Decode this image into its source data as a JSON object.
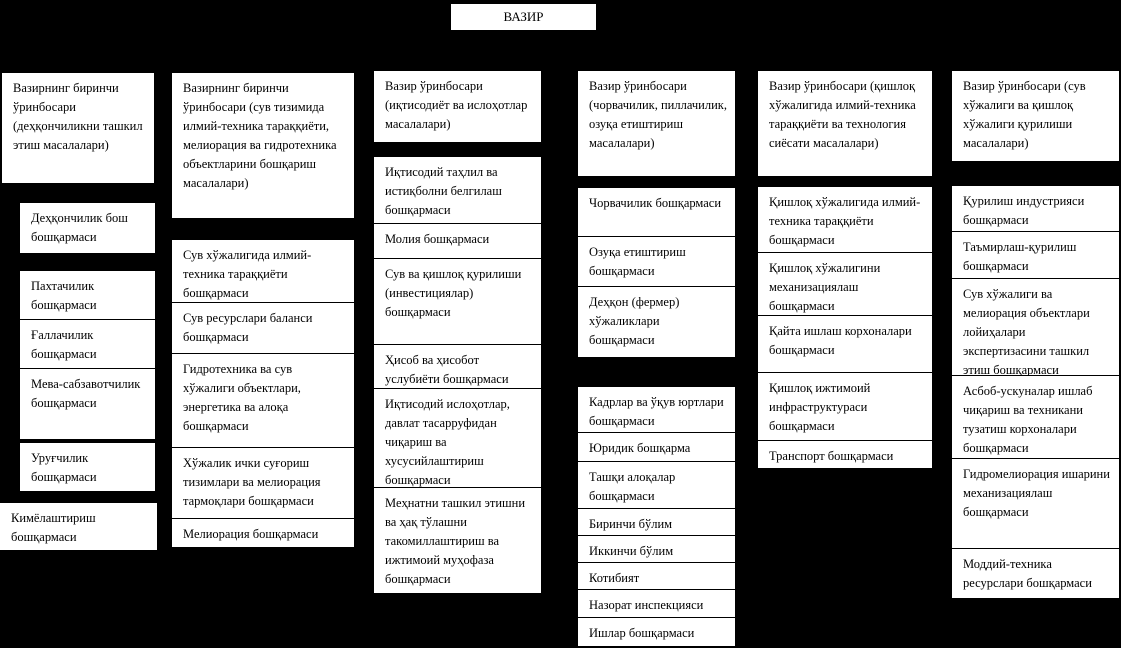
{
  "minister": "ВАЗИР",
  "colors": {
    "canvas_bg": "#000000",
    "node_bg": "#ffffff",
    "node_text": "#000000"
  },
  "columns": [
    {
      "header": "Вазирнинг биринчи ўринбосари (деҳқончиликни ташкил этиш масалалари)",
      "boxes": [
        "Деҳқончилик бош бошқармаси",
        "Пахтачилик бошқармаси",
        "Ғаллачилик бошқармаси",
        "Мева-сабзавотчилик бошқармаси",
        "Уруғчилик бошқармаси",
        "Кимёлаштириш бошқармаси"
      ]
    },
    {
      "header": "Вазирнинг биринчи ўринбосари (сув тизимида илмий-техника тараққиёти, мелиорация ва гидротехника объектларини бошқариш масалалари)",
      "boxes": [
        "Сув хўжалигида илмий-техника тараққиёти бошқармаси",
        "Сув ресурслари баланси бошқармаси",
        "Гидротехника ва сув хўжалиги объектлари, энергетика ва алоқа бошқармаси",
        "Хўжалик ички суғориш тизимлари ва мелиорация тармоқлари бошқармаси",
        "Мелиорация бошқармаси"
      ]
    },
    {
      "header": "Вазир ўринбосари (иқтисодиёт ва ислоҳотлар масалалари)",
      "boxes": [
        "Иқтисодий таҳлил ва истиқболни белгилаш бошқармаси",
        "Молия бошқармаси",
        "Сув ва қишлоқ қурилиши (инвестициялар) бошқармаси",
        "Ҳисоб ва ҳисобот услубиёти бошқармаси",
        "Иқтисодий ислоҳотлар, давлат тасарруфидан чиқариш ва хусусийлаштириш бошқармаси",
        "Меҳнатни ташкил этишни ва ҳақ тўлашни такомиллаштириш ва ижтимоий муҳофаза бошқармаси"
      ]
    },
    {
      "header": "Вазир ўринбосари (чорвачилик, пиллачилик, озуқа етиштириш масалалари)",
      "boxes": [
        "Чорвачилик бошқармаси",
        "Озуқа етиштириш бошқармаси",
        "Деҳқон (фермер) хўжаликлари бошқармаси",
        "Кадрлар ва ўқув юртлари бошқармаси",
        "Юридик бошқарма",
        "Ташқи алоқалар бошқармаси",
        "Биринчи бўлим",
        "Иккинчи бўлим",
        "Котибият",
        "Назорат инспекцияси",
        "Ишлар бошқармаси"
      ]
    },
    {
      "header": "Вазир ўринбосари (қишлоқ хўжалигида илмий-техника тараққиёти ва технология сиёсати масалалари)",
      "boxes": [
        "Қишлоқ хўжалигида илмий-техника тараққиёти бошқармаси",
        "Қишлоқ хўжалигини механизациялаш бошқармаси",
        "Қайта ишлаш корхоналари бошқармаси",
        "Қишлоқ ижтимоий инфраструктураси бошқармаси",
        "Транспорт бошқармаси"
      ]
    },
    {
      "header": "Вазир ўринбосари (сув хўжалиги ва қишлоқ хўжалиги қурилиши масалалари)",
      "boxes": [
        "Қурилиш индустрияси бошқармаси",
        "Таъмирлаш-қурилиш бошқармаси",
        "Сув хўжалиги ва мелиорация объектлари лойиҳалари экспертизасини ташкил этиш бошқармаси",
        "Асбоб-ускуналар ишлаб чиқариш ва техникани тузатиш корхоналари бошқармаси",
        "Гидромелиорация ишарини механизациялаш бошқармаси",
        "Моддий-техника ресурслари бошқармаси"
      ]
    }
  ]
}
